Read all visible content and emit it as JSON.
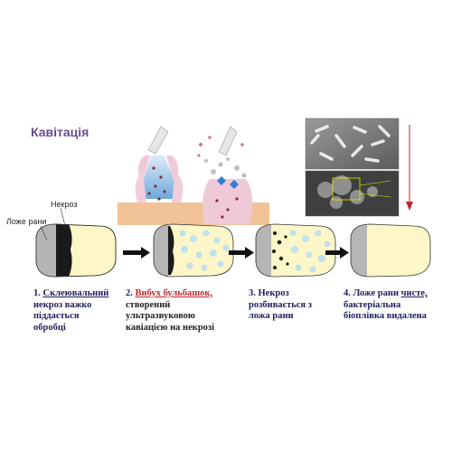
{
  "title": "Кавітація",
  "labels": {
    "necrosis": "Некроз",
    "wound_bed": "Ложе рани"
  },
  "steps": [
    {
      "num": "1.",
      "parts": [
        "Склеювальний",
        "некроз важко",
        "піддається",
        "обробці"
      ]
    },
    {
      "num": "2.",
      "parts": [
        "Вибух бульбашок,",
        "створений",
        "ультразвуковою",
        "кавіацією на некрозі"
      ]
    },
    {
      "num": "3.",
      "parts": [
        "Некроз",
        "розбивається з",
        "ложа рани"
      ]
    },
    {
      "num": "4.",
      "parts": [
        "Ложе рани",
        "чисте,",
        "бактеріальна",
        "біоплівка видалена"
      ]
    }
  ],
  "colors": {
    "title": "#6a4c8c",
    "caption": "#1f1f5e",
    "highlight": "#c0262e",
    "wound_fill": "#fcf6c8",
    "necrosis": "#1a1a1a",
    "wound_bed": "#b5b5b5",
    "arrow": "#c0262e"
  }
}
